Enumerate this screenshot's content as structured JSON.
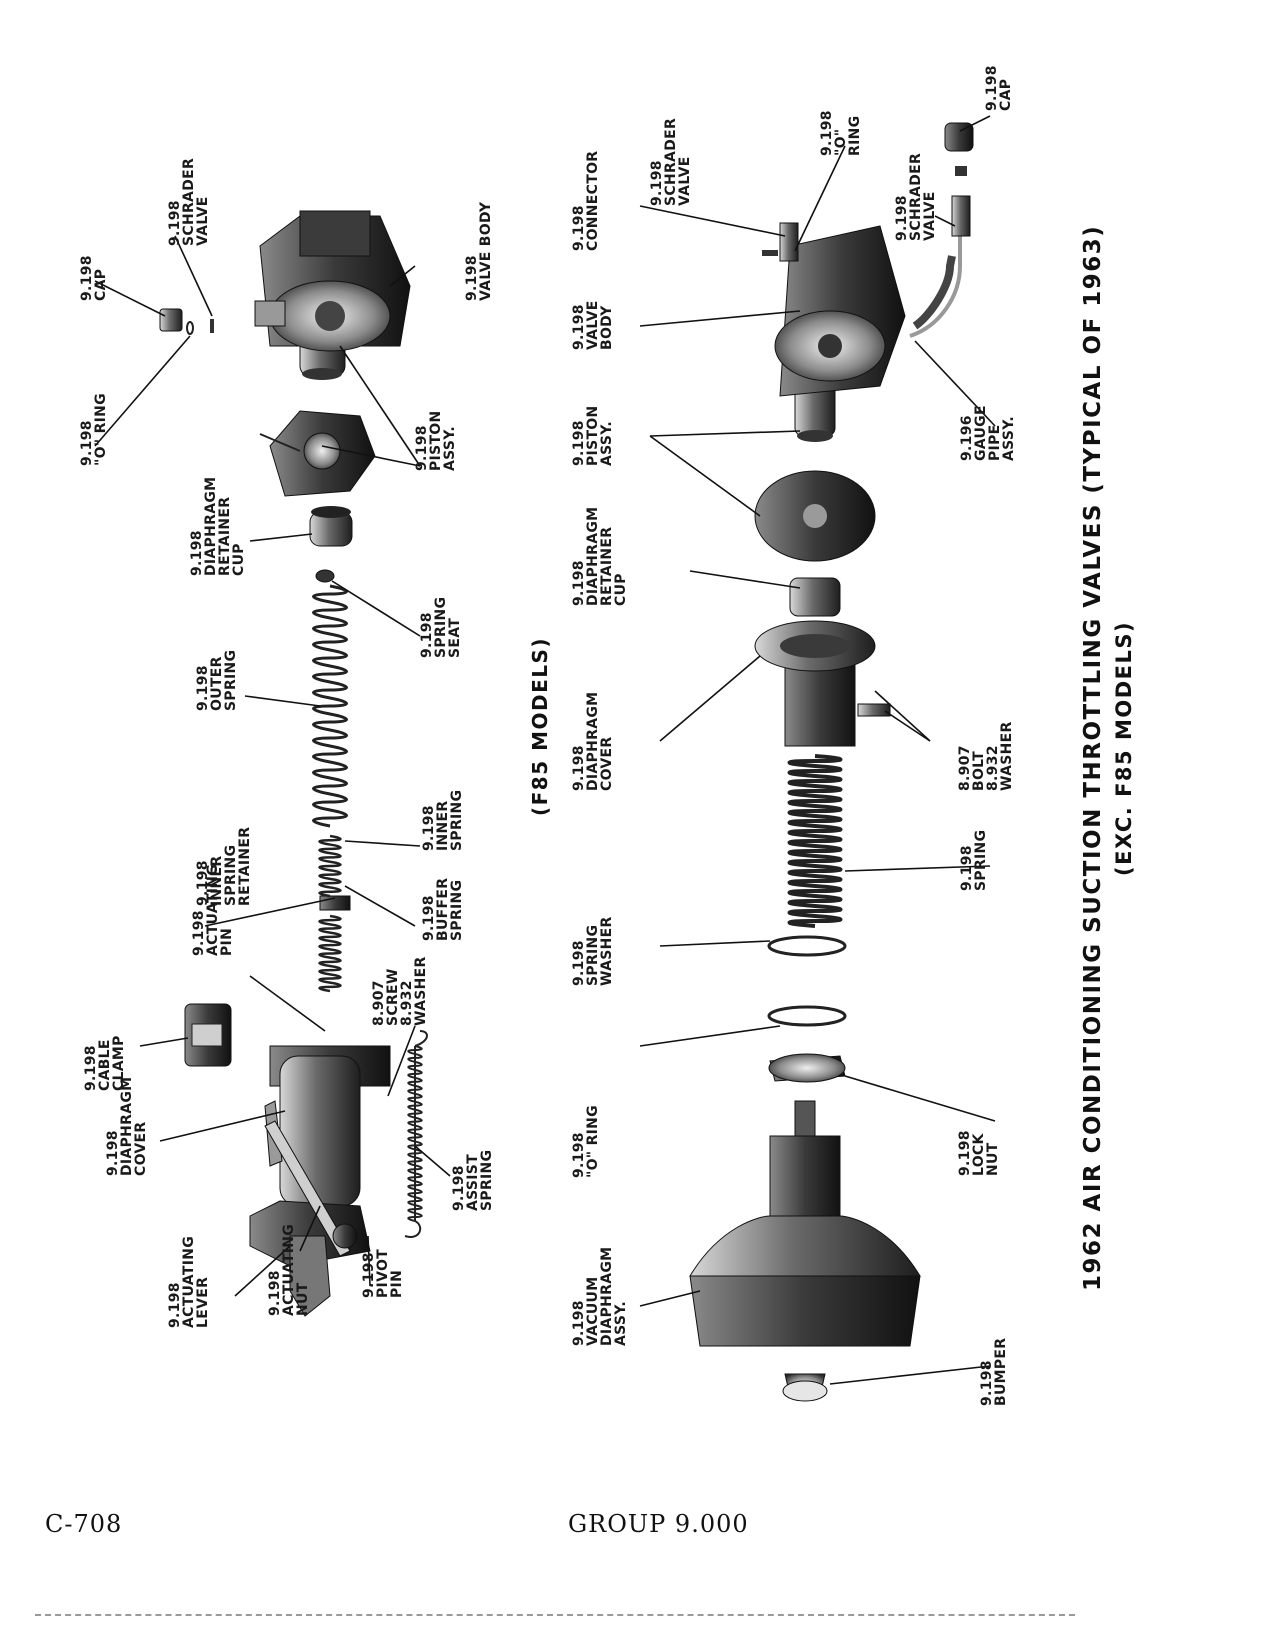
{
  "footer": {
    "page_number": "C-708",
    "group": "GROUP 9.000"
  },
  "figure": {
    "title": "1962 AIR CONDITIONING SUCTION THROTTLING VALVES (TYPICAL OF 1963)",
    "subtitle": "(EXC. F85 MODELS)",
    "section_heading": "(F85 MODELS)"
  },
  "labels_f85": {
    "cable_clamp": [
      "9.198",
      "CABLE",
      "CLAMP"
    ],
    "diaphragm_cover": [
      "9.198",
      "DIAPHRAGM",
      "COVER"
    ],
    "actuating_lever": [
      "9.198",
      "ACTUATING",
      "LEVER"
    ],
    "actuating_pin": [
      "9.198",
      "ACTUATING",
      "PIN"
    ],
    "actuating_nut": [
      "9.198",
      "ACTUATING",
      "NUT"
    ],
    "pivot_pin": [
      "9.198",
      "PIVOT",
      "PIN"
    ],
    "screw_washer": [
      "8.907",
      "SCREW",
      "8.932",
      "WASHER"
    ],
    "assist_spring": [
      "9.198",
      "ASSIST",
      "SPRING"
    ],
    "buffer_spring": [
      "9.198",
      "BUFFER",
      "SPRING"
    ],
    "inner_spring_retainer": [
      "9.198",
      "INNER",
      "SPRING",
      "RETAINER"
    ],
    "inner_spring": [
      "9.198",
      "INNER",
      "SPRING"
    ],
    "outer_spring": [
      "9.198",
      "OUTER",
      "SPRING"
    ],
    "spring_seat": [
      "9.198",
      "SPRING",
      "SEAT"
    ],
    "diaphragm_retainer_cup": [
      "9.198",
      "DIAPHRAGM",
      "RETAINER",
      "CUP"
    ],
    "piston_assy": [
      "9.198",
      "PISTON",
      "ASSY."
    ],
    "o_ring": [
      "9.198",
      "\"O\" RING"
    ],
    "cap": [
      "9.198",
      "CAP"
    ],
    "schrader_valve": [
      "9.198",
      "SCHRADER",
      "VALVE"
    ],
    "valve_body": [
      "9.198",
      "VALVE BODY"
    ]
  },
  "labels_exc_f85": {
    "bumper": [
      "9.198",
      "BUMPER"
    ],
    "vacuum_diaphragm_assy": [
      "9.198",
      "VACUUM",
      "DIAPHRAGM",
      "ASSY."
    ],
    "o_ring": [
      "9.198",
      "\"O\" RING"
    ],
    "lock_nut": [
      "9.198",
      "LOCK",
      "NUT"
    ],
    "spring_washer": [
      "9.198",
      "SPRING",
      "WASHER"
    ],
    "spring": [
      "9.198",
      "SPRING"
    ],
    "diaphragm_cover": [
      "9.198",
      "DIAPHRAGM",
      "COVER"
    ],
    "bolt_washer": [
      "8.907",
      "BOLT",
      "8.932",
      "WASHER"
    ],
    "diaphragm_retainer_cup": [
      "9.198",
      "DIAPHRAGM",
      "RETAINER",
      "CUP"
    ],
    "piston_assy": [
      "9.198",
      "PISTON",
      "ASSY."
    ],
    "valve_body": [
      "9.198",
      "VALVE",
      "BODY"
    ],
    "gauge_pipe_assy": [
      "9.196",
      "GAUGE",
      "PIPE",
      "ASSY."
    ],
    "connector": [
      "9.198",
      "CONNECTOR"
    ],
    "schrader_valve_top": [
      "9.198",
      "SCHRADER",
      "VALVE"
    ],
    "o_ring_top": [
      "9.198",
      "\"O\"",
      "RING"
    ],
    "schrader_valve_lower": [
      "9.198",
      "SCHRADER",
      "VALVE"
    ],
    "cap": [
      "9.198",
      "CAP"
    ]
  },
  "colors": {
    "ink": "#1a1a1a",
    "part_dark": "#2b2b2b",
    "part_mid": "#6e6e6e",
    "part_light": "#bdbdbd",
    "paper": "#ffffff"
  }
}
